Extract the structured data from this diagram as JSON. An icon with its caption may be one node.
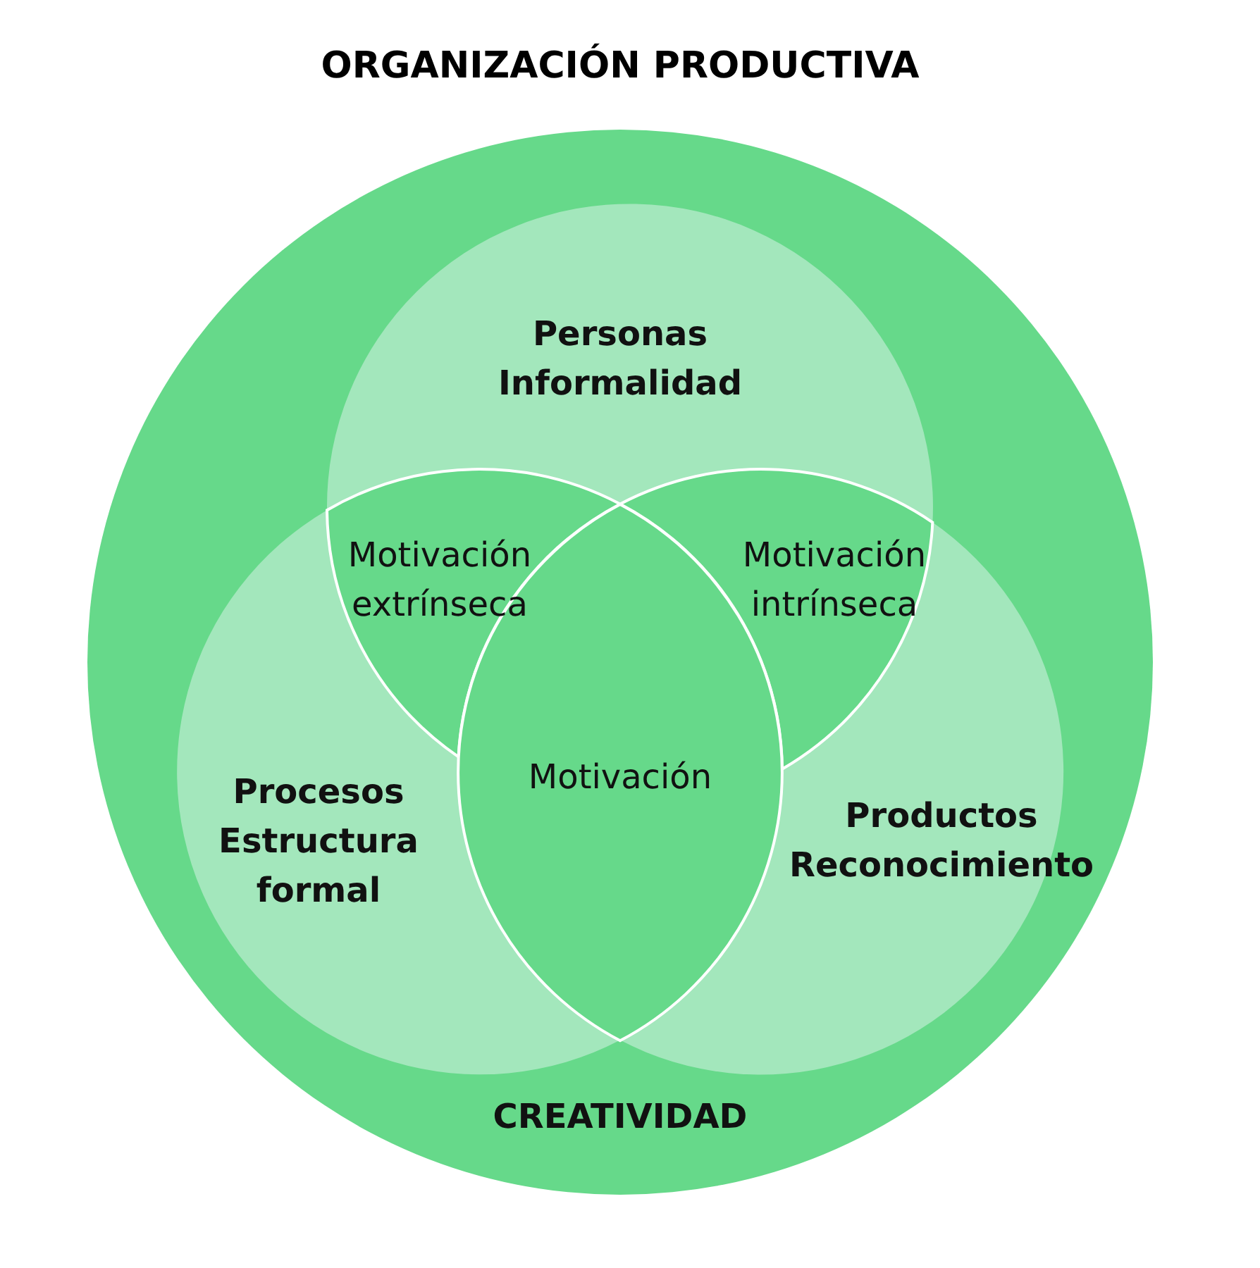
{
  "diagram": {
    "title": "ORGANIZACIÓN PRODUCTIVA",
    "nodes": [
      {
        "text": [
          "CREATIVIDAD"
        ]
      },
      {
        "text": [
          "Personas Informalidad"
        ],
        "in": 0
      },
      {
        "text": [
          "Procesos Estructura formal"
        ],
        "in": 0
      },
      {
        "text": [
          "Productos Reconocimiento"
        ],
        "in": 0
      },
      {
        "text": [
          "Motivación extrínseca"
        ],
        "in": 0
      },
      {
        "text": [
          "Motivación intrínseca"
        ],
        "in": 0
      },
      {
        "text": [
          "Motivación"
        ],
        "in": 0
      }
    ],
    "edges": []
  }
}
